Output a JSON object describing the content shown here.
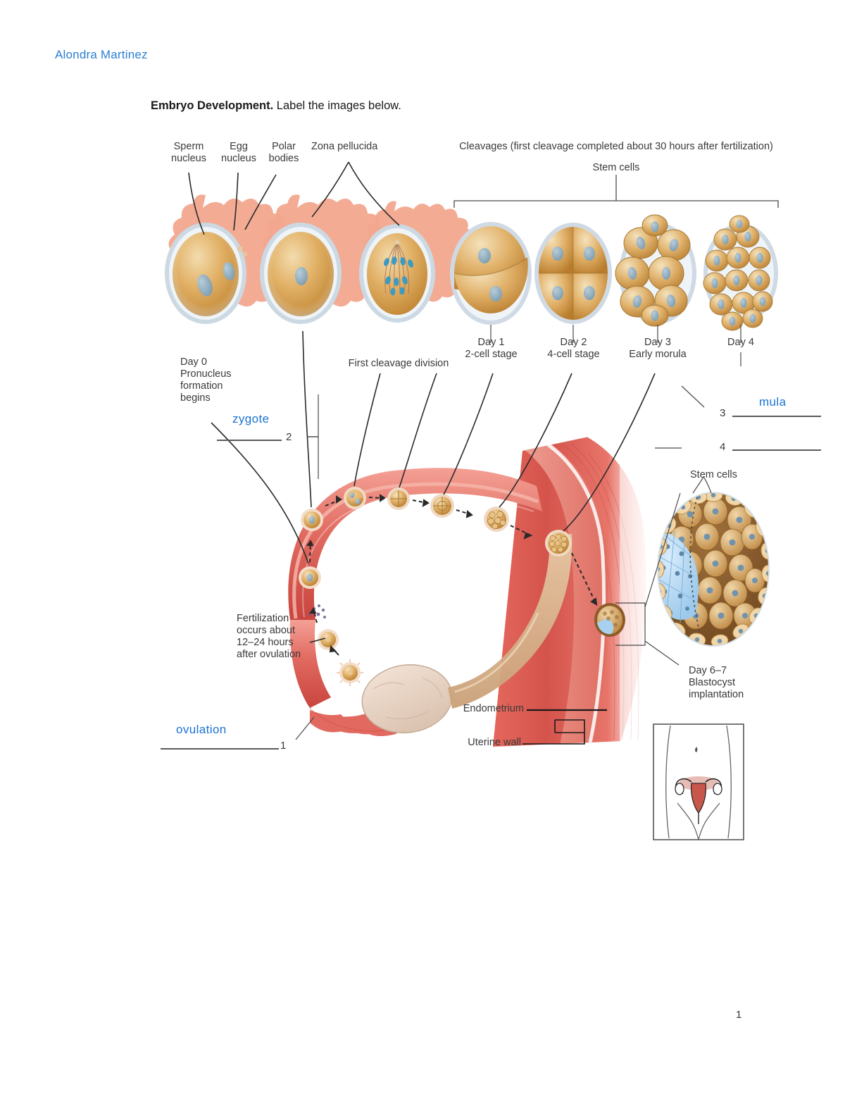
{
  "header": {
    "student_name": "Alondra Martinez",
    "prompt_bold": "Embryo Development.",
    "prompt_rest": " Label the images below."
  },
  "footer": {
    "page_number": "1"
  },
  "figure": {
    "top_labels": [
      {
        "id": "sperm-nucleus",
        "text": "Sperm\nnucleus"
      },
      {
        "id": "egg-nucleus",
        "text": "Egg\nnucleus"
      },
      {
        "id": "polar-bodies",
        "text": "Polar\nbodies"
      },
      {
        "id": "zona-pellucida",
        "text": "Zona pellucida"
      }
    ],
    "cleavages_heading": "Cleavages (first cleavage completed about 30 hours after fertilization)",
    "stem_cells_heading": "Stem cells",
    "stage_labels": [
      {
        "id": "day-0",
        "text": "Day 0\nPronucleus\nformation\nbegins"
      },
      {
        "id": "first-cleavage-division",
        "text": "First cleavage division"
      },
      {
        "id": "day-1",
        "text": "Day 1\n2-cell stage"
      },
      {
        "id": "day-2",
        "text": "Day 2\n4-cell stage"
      },
      {
        "id": "day-3",
        "text": "Day 3\nEarly morula"
      },
      {
        "id": "day-4",
        "text": "Day 4"
      }
    ],
    "body_labels": [
      {
        "id": "fertilization-note",
        "text": "Fertilization\noccurs about\n12–24 hours\nafter ovulation"
      },
      {
        "id": "endometrium",
        "text": "Endometrium"
      },
      {
        "id": "uterine-wall",
        "text": "Uterine wall"
      },
      {
        "id": "stem-cells-inset",
        "text": "Stem cells"
      },
      {
        "id": "blastocyst-implantation",
        "text": "Day 6–7\nBlastocyst\nimplantation"
      }
    ]
  },
  "answers": [
    {
      "number": "1",
      "ink": "ovulation"
    },
    {
      "number": "2",
      "ink": "zygote"
    },
    {
      "number": "3",
      "ink": "mula"
    },
    {
      "number": "4",
      "ink": ""
    }
  ],
  "colors": {
    "ink_blue": "#1a73d4",
    "name_blue": "#2a7fd4",
    "corona_pink": "#f0a48c",
    "zona_gray": "#c3d0db",
    "cytoplasm_gold": "#d9a košt",
    "text_gray": "#3a3a3a"
  }
}
